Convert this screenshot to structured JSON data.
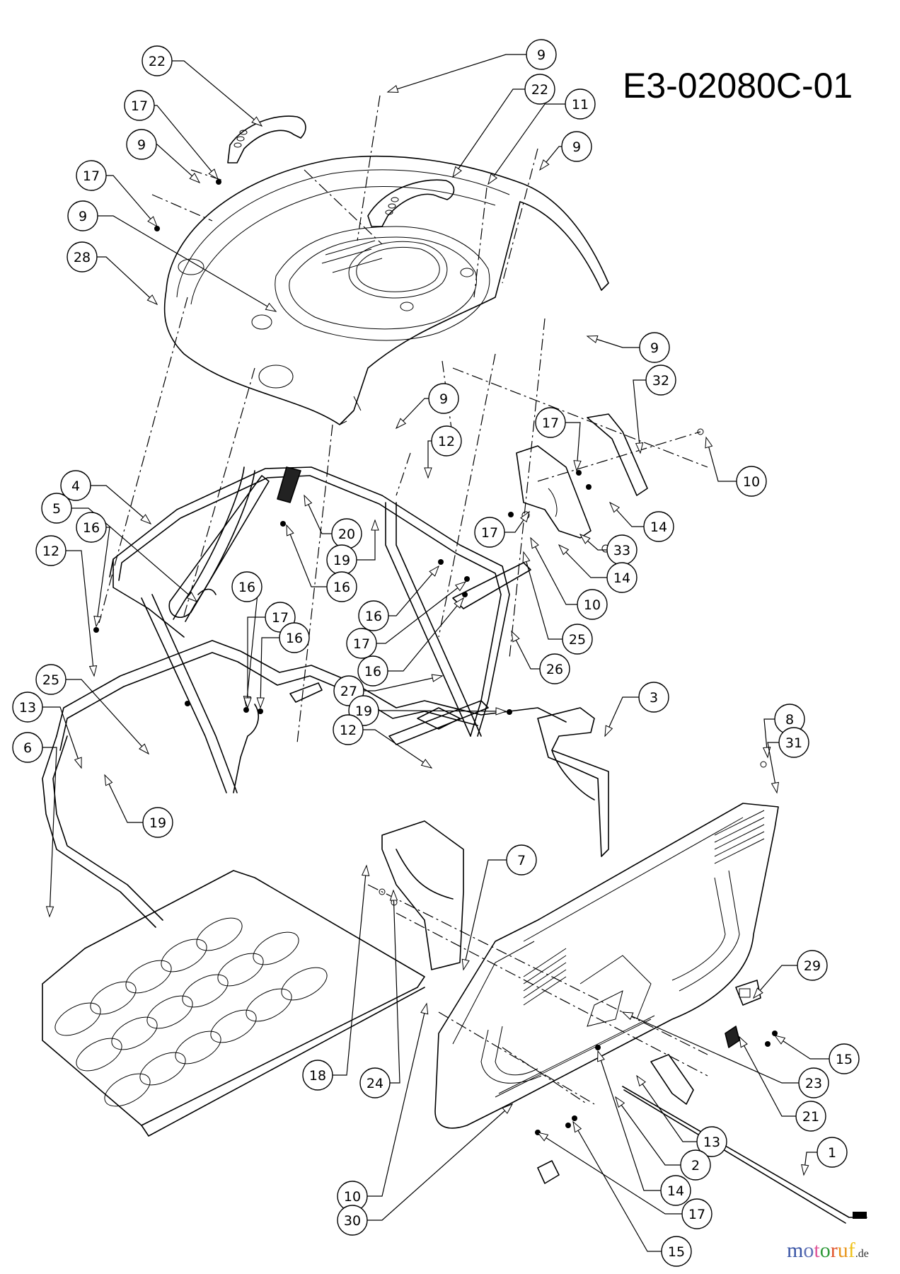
{
  "diagram": {
    "title": "E3-02080C-01",
    "type": "exploded parts diagram",
    "subject": "riding mower hood / fender / frame assembly"
  },
  "callouts": [
    {
      "label": "22"
    },
    {
      "label": "9"
    },
    {
      "label": "22"
    },
    {
      "label": "11"
    },
    {
      "label": "9"
    },
    {
      "label": "17"
    },
    {
      "label": "9"
    },
    {
      "label": "17"
    },
    {
      "label": "9"
    },
    {
      "label": "28"
    },
    {
      "label": "9"
    },
    {
      "label": "32"
    },
    {
      "label": "9"
    },
    {
      "label": "12"
    },
    {
      "label": "10"
    },
    {
      "label": "17"
    },
    {
      "label": "14"
    },
    {
      "label": "17"
    },
    {
      "label": "33"
    },
    {
      "label": "14"
    },
    {
      "label": "10"
    },
    {
      "label": "25"
    },
    {
      "label": "26"
    },
    {
      "label": "4"
    },
    {
      "label": "5"
    },
    {
      "label": "16"
    },
    {
      "label": "12"
    },
    {
      "label": "20"
    },
    {
      "label": "19"
    },
    {
      "label": "16"
    },
    {
      "label": "16"
    },
    {
      "label": "17"
    },
    {
      "label": "16"
    },
    {
      "label": "27"
    },
    {
      "label": "19"
    },
    {
      "label": "12"
    },
    {
      "label": "16"
    },
    {
      "label": "17"
    },
    {
      "label": "16"
    },
    {
      "label": "25"
    },
    {
      "label": "13"
    },
    {
      "label": "6"
    },
    {
      "label": "19"
    },
    {
      "label": "3"
    },
    {
      "label": "8"
    },
    {
      "label": "31"
    },
    {
      "label": "7"
    },
    {
      "label": "29"
    },
    {
      "label": "15"
    },
    {
      "label": "23"
    },
    {
      "label": "21"
    },
    {
      "label": "13"
    },
    {
      "label": "2"
    },
    {
      "label": "14"
    },
    {
      "label": "17"
    },
    {
      "label": "15"
    },
    {
      "label": "1"
    },
    {
      "label": "18"
    },
    {
      "label": "24"
    },
    {
      "label": "10"
    },
    {
      "label": "30"
    }
  ],
  "logo": {
    "letters": [
      {
        "ch": "m",
        "color": "#3a55a6"
      },
      {
        "ch": "o",
        "color": "#5d6fb5"
      },
      {
        "ch": "t",
        "color": "#e0559a"
      },
      {
        "ch": "o",
        "color": "#2f9a3a"
      },
      {
        "ch": "r",
        "color": "#e0532a"
      },
      {
        "ch": "u",
        "color": "#e8961e"
      },
      {
        "ch": "f",
        "color": "#f0c21a"
      }
    ],
    "suffix": ".de"
  }
}
